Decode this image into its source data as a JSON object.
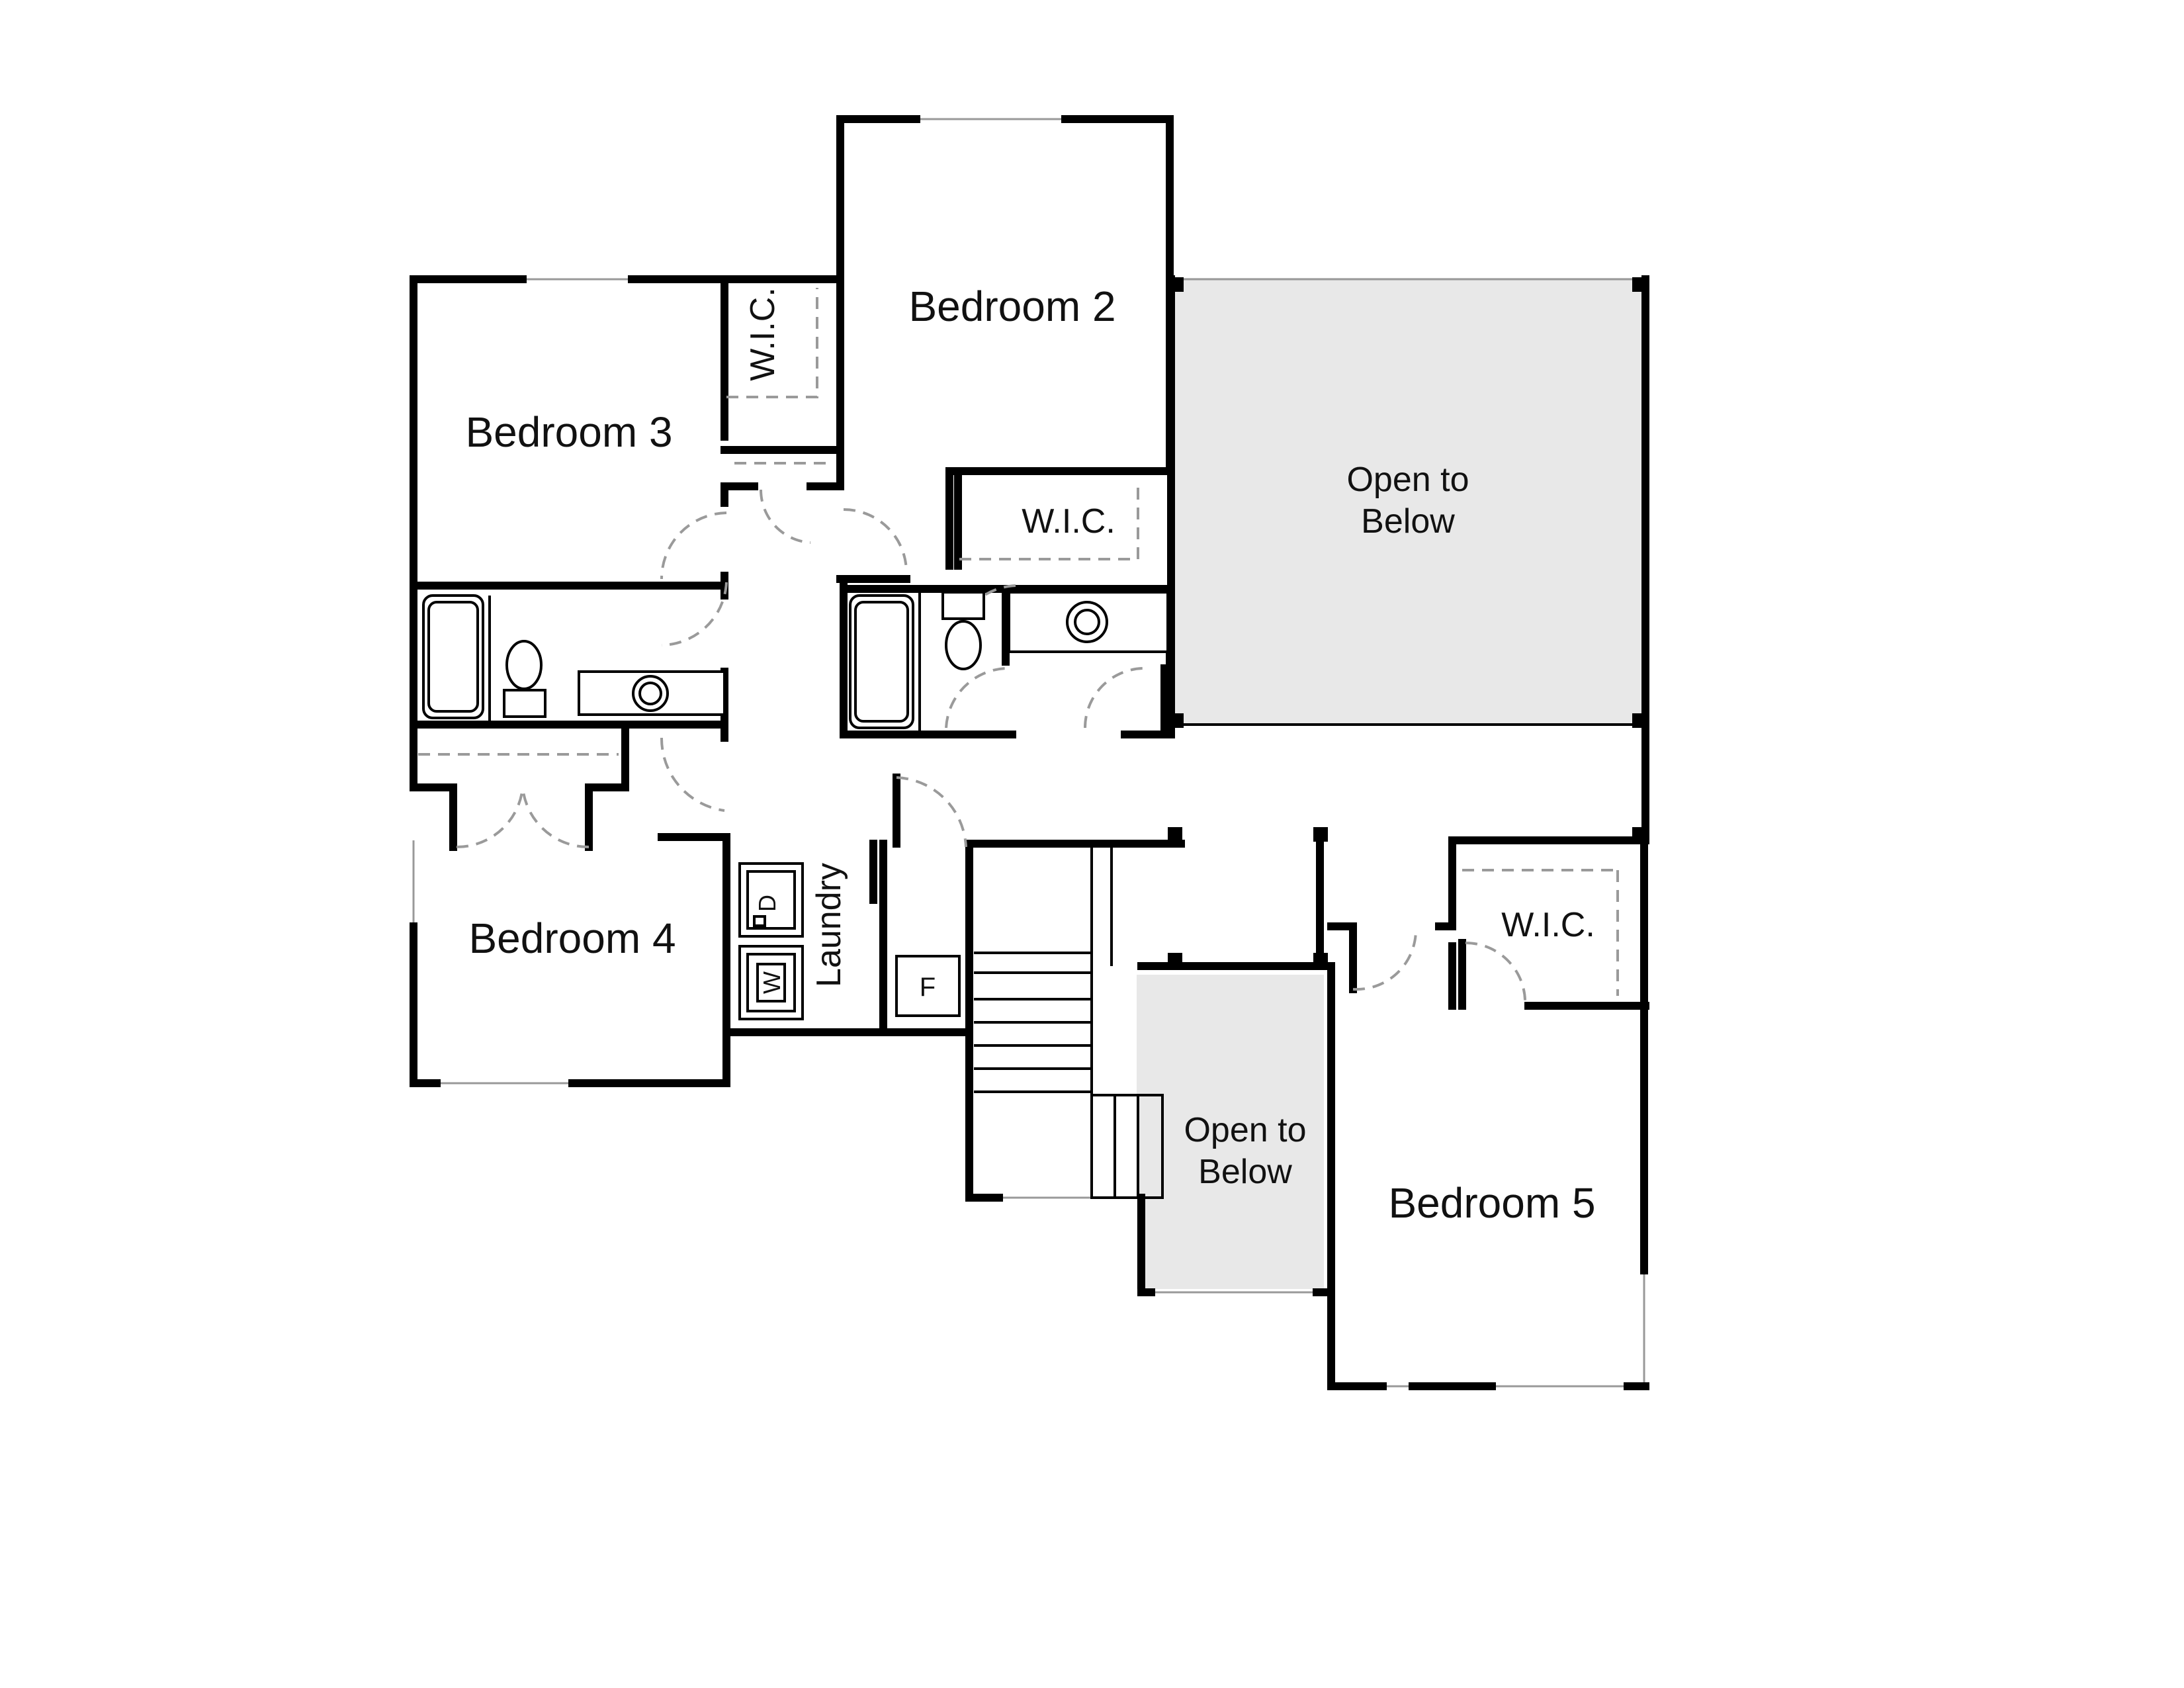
{
  "rooms": {
    "bedroom2": "Bedroom 2",
    "bedroom3": "Bedroom 3",
    "bedroom4": "Bedroom 4",
    "bedroom5": "Bedroom 5",
    "wic_bed3": "W.I.C.",
    "wic_bed2": "W.I.C.",
    "wic_bed5": "W.I.C.",
    "laundry": "Laundry",
    "open_large_line1": "Open to",
    "open_large_line2": "Below",
    "open_small_line1": "Open to",
    "open_small_line2": "Below"
  },
  "fixtures": {
    "dryer": "D",
    "washer": "W",
    "furnace": "F"
  },
  "colors": {
    "wall": "#000000",
    "open_to_below": "#e8e8e8",
    "window": "#999999"
  }
}
